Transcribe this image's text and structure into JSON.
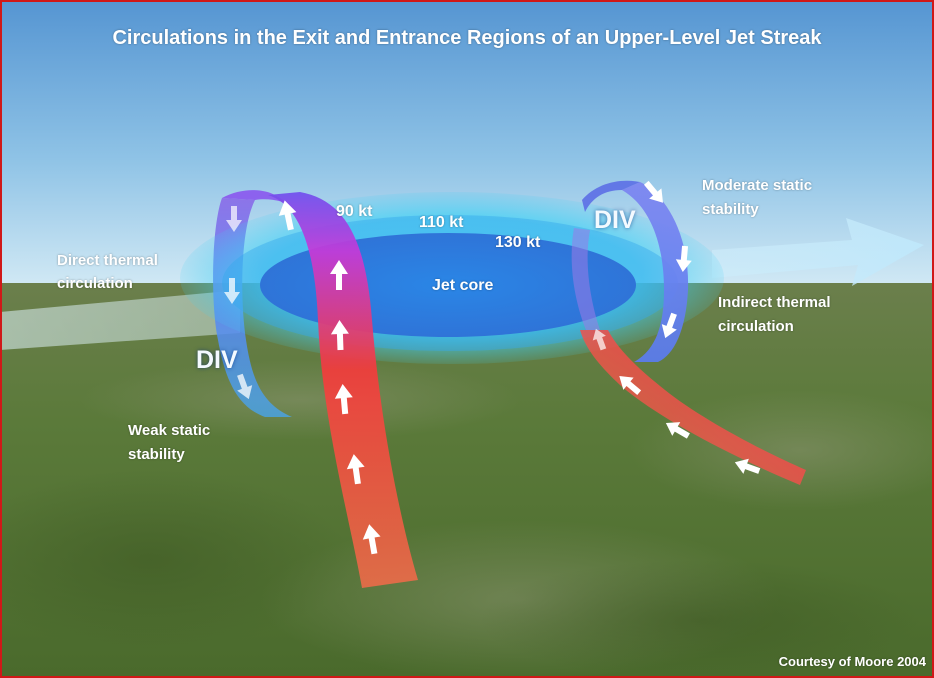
{
  "title": "Circulations in the Exit and Entrance Regions of an Upper-Level Jet Streak",
  "labels": {
    "speed_90": "90 kt",
    "speed_110": "110 kt",
    "speed_130": "130 kt",
    "jet_core": "Jet core",
    "div_left": "DIV",
    "div_right": "DIV",
    "direct_thermal_line1": "Direct thermal",
    "direct_thermal_line2": "circulation",
    "indirect_thermal_line1": "Indirect thermal",
    "indirect_thermal_line2": "circulation",
    "moderate_static_line1": "Moderate static",
    "moderate_static_line2": "stability",
    "weak_static_line1": "Weak static",
    "weak_static_line2": "stability"
  },
  "credit": "Courtesy of Moore 2004",
  "colors": {
    "sky_top": "#5a9cd6",
    "sky_horizon": "#c9e4f2",
    "ground": "#56703a",
    "jet_outer": "#3fd6f5",
    "jet_core": "#2a7fe0",
    "rising_air": "#ff4a3a",
    "sinking_air": "#6a78f0",
    "frame": "#d01818"
  }
}
